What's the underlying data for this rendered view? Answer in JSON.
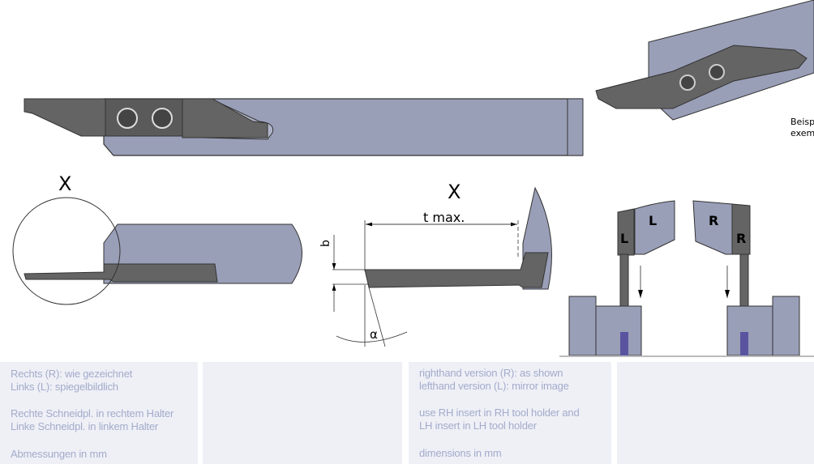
{
  "drawing": {
    "detail_label_left": "X",
    "detail_label_mid": "X",
    "dimension_t": "t max.",
    "dimension_b": "b",
    "angle_alpha": "α",
    "left_holder_label": "L",
    "left_insert_label": "L",
    "right_holder_label": "R",
    "right_insert_label": "R",
    "example_de": "Beisp",
    "example_en": "exem"
  },
  "notes_de": {
    "line1": "Rechts (R): wie gezeichnet",
    "line2": "Links (L): spiegelbildlich",
    "line3": "Rechte Schneidpl. in rechtem Halter",
    "line4": "Linke Schneidpl. in linkem Halter",
    "line5": "Abmessungen in mm"
  },
  "notes_en": {
    "line1": "righthand version (R): as shown",
    "line2": "lefthand version (L): mirror image",
    "line3": "use RH insert in RH tool holder and",
    "line4": "LH insert in LH tool holder",
    "line5": "dimensions in mm"
  },
  "colors": {
    "holder": "#9a9fb8",
    "insert": "#646464",
    "panel": "#eef0f6",
    "panel_text": "#a4abcb"
  }
}
